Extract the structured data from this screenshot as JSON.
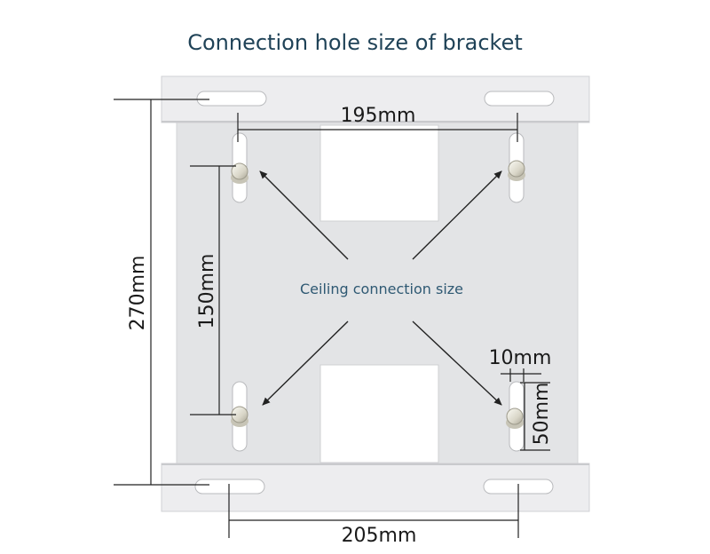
{
  "title": "Connection hole size of bracket",
  "center_label": "Ceiling connection size",
  "dimensions": {
    "top_hole_spacing": "195mm",
    "bottom_slot_spacing": "205mm",
    "overall_height": "270mm",
    "vertical_hole_spacing": "150mm",
    "slot_width": "10mm",
    "slot_length": "50mm"
  },
  "colors": {
    "plate": "#e4e5e7",
    "flange": "#ececee",
    "dimension_line": "#222222",
    "title": "#1f4257",
    "caption": "#2f5973"
  }
}
